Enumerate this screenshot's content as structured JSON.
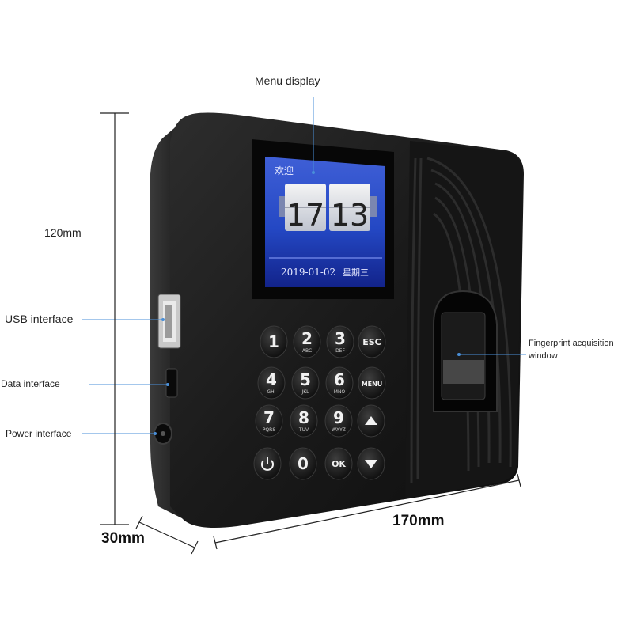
{
  "labels": {
    "menu_display": "Menu display",
    "usb_interface": "USB interface",
    "data_interface": "Data interface",
    "power_interface": "Power interface",
    "fingerprint_line1": "Fingerprint acquisition",
    "fingerprint_line2": "window",
    "height": "120mm",
    "depth": "30mm",
    "width": "170mm"
  },
  "screen": {
    "welcome": "欢迎",
    "hour": "17",
    "minute": "13",
    "date": "2019-01-02",
    "weekday": "星期三"
  },
  "keypad": {
    "keys": [
      {
        "main": "1",
        "sub": ""
      },
      {
        "main": "2",
        "sub": "ABC"
      },
      {
        "main": "3",
        "sub": "DEF"
      },
      {
        "main": "ESC",
        "sub": ""
      },
      {
        "main": "4",
        "sub": "GHI"
      },
      {
        "main": "5",
        "sub": "JKL"
      },
      {
        "main": "6",
        "sub": "MNO"
      },
      {
        "main": "MENU",
        "sub": ""
      },
      {
        "main": "7",
        "sub": "PQRS"
      },
      {
        "main": "8",
        "sub": "TUV"
      },
      {
        "main": "9",
        "sub": "WXYZ"
      },
      {
        "main": "",
        "sub": "",
        "icon": "up-arrow-icon"
      },
      {
        "main": "",
        "sub": "",
        "icon": "power-icon"
      },
      {
        "main": "0",
        "sub": ""
      },
      {
        "main": "OK",
        "sub": ""
      },
      {
        "main": "",
        "sub": "",
        "icon": "down-arrow-icon"
      }
    ]
  },
  "colors": {
    "device_body": "#1c1c1c",
    "screen_blue": "#1f3fb8",
    "leader_line": "#4a8fd8"
  }
}
